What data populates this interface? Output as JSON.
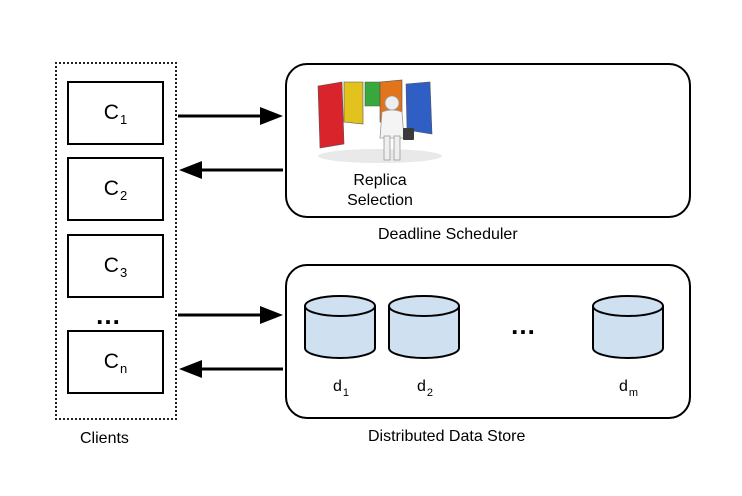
{
  "clients": {
    "label": "Clients",
    "items": [
      {
        "base": "C",
        "sub": "1"
      },
      {
        "base": "C",
        "sub": "2"
      },
      {
        "base": "C",
        "sub": "3"
      },
      {
        "base": "C",
        "sub": "n"
      }
    ],
    "ellipsis": "…"
  },
  "scheduler": {
    "label": "Deadline Scheduler",
    "replica_line1": "Replica",
    "replica_line2": "Selection"
  },
  "store": {
    "label": "Distributed Data Store",
    "ellipsis": "…",
    "disks": [
      {
        "base": "d",
        "sub": "1"
      },
      {
        "base": "d",
        "sub": "2"
      },
      {
        "base": "d",
        "sub": "m"
      }
    ]
  },
  "colors": {
    "cylinder_fill": "#cfe0f1",
    "door_red": "#d8242a",
    "door_yellow": "#e2c21d",
    "door_green": "#37a83b",
    "door_orange": "#e2741c",
    "door_blue": "#2f5fc4"
  }
}
